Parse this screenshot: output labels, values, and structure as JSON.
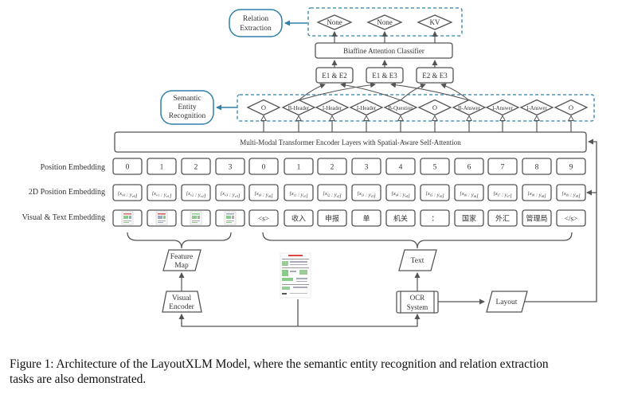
{
  "title": "LayoutXLM architecture diagram",
  "relation_extraction": {
    "label_line1": "Relation",
    "label_line2": "Extraction",
    "outputs": [
      "None",
      "None",
      "KV"
    ],
    "classifier": "Biaffine Attention Classifier",
    "pairs": [
      "E1 & E2",
      "E1 & E3",
      "E2 & E3"
    ]
  },
  "semantic_entity_recognition": {
    "label_line1": "Semantic",
    "label_line2": "Entity",
    "label_line3": "Recognition",
    "tags": [
      "O",
      "B-Header",
      "I-Header",
      "I-Header",
      "B-Question",
      "O",
      "B-Answer",
      "I-Answer",
      "I-Answer",
      "O"
    ]
  },
  "encoder": {
    "label": "Multi-Modal Transformer Encoder Layers with Spatial-Aware Self-Attention"
  },
  "rows": {
    "position_label": "Position Embedding",
    "position2d_label": "2D Position Embedding",
    "visual_text_label": "Visual & Text Embedding"
  },
  "visual_tokens": {
    "positions": [
      "0",
      "1",
      "2",
      "3"
    ],
    "positions_2d": [
      {
        "x": "x",
        "xs": "v0",
        "y": "y",
        "ys": "v0"
      },
      {
        "x": "x",
        "xs": "v1",
        "y": "y",
        "ys": "v1"
      },
      {
        "x": "x",
        "xs": "v2",
        "y": "y",
        "ys": "v2"
      },
      {
        "x": "x",
        "xs": "v3",
        "y": "y",
        "ys": "v3"
      }
    ],
    "thumbnail_icon": "document-patch-thumbnail"
  },
  "text_tokens": {
    "positions": [
      "0",
      "1",
      "2",
      "3",
      "4",
      "5",
      "6",
      "7",
      "8",
      "9"
    ],
    "positions_2d": [
      {
        "x": "x",
        "xs": "t0",
        "y": "y",
        "ys": "t0"
      },
      {
        "x": "x",
        "xs": "t1",
        "y": "y",
        "ys": "t1"
      },
      {
        "x": "x",
        "xs": "t2",
        "y": "y",
        "ys": "t2"
      },
      {
        "x": "x",
        "xs": "t3",
        "y": "y",
        "ys": "t3"
      },
      {
        "x": "x",
        "xs": "t4",
        "y": "y",
        "ys": "t4"
      },
      {
        "x": "x",
        "xs": "t5",
        "y": "y",
        "ys": "t5"
      },
      {
        "x": "x",
        "xs": "t6",
        "y": "y",
        "ys": "t6"
      },
      {
        "x": "x",
        "xs": "t7",
        "y": "y",
        "ys": "t7"
      },
      {
        "x": "x",
        "xs": "t8",
        "y": "y",
        "ys": "t8"
      },
      {
        "x": "x",
        "xs": "t9",
        "y": "y",
        "ys": "t9"
      }
    ],
    "tokens": [
      "<s>",
      "收入",
      "申报",
      "单",
      "机关",
      "：",
      "国家",
      "外汇",
      "管理局",
      "</s>"
    ]
  },
  "pipeline": {
    "feature_map_line1": "Feature",
    "feature_map_line2": "Map",
    "visual_encoder_line1": "Visual",
    "visual_encoder_line2": "Encoder",
    "text": "Text",
    "ocr_line1": "OCR",
    "ocr_line2": "System",
    "layout": "Layout",
    "document_icon": "document-image"
  },
  "colors": {
    "stroke": "#555555",
    "accent": "#2f7fa8",
    "accent_dashed": "#2f7fa8"
  },
  "caption": {
    "line1": "Figure 1: Architecture of the LayoutXLM Model, where the semantic entity recognition and relation extraction",
    "line2": "tasks are also demonstrated."
  }
}
